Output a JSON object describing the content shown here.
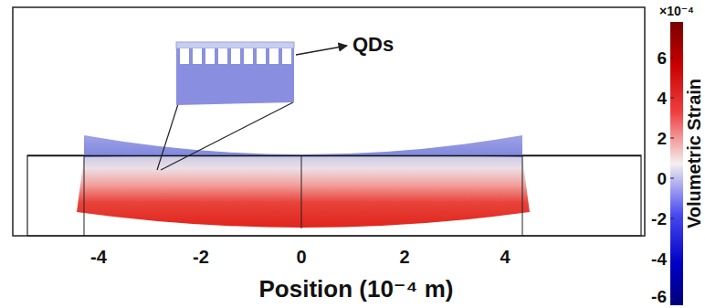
{
  "diagram": {
    "labels": [
      "QDs",
      "×10⁻⁴",
      "6",
      "4",
      "2",
      "0",
      "-2",
      "-4",
      "-6",
      "Volumetric Strain",
      "-4",
      "-2",
      "0",
      "2",
      "4",
      "Position (10⁻⁴ m)"
    ]
  }
}
